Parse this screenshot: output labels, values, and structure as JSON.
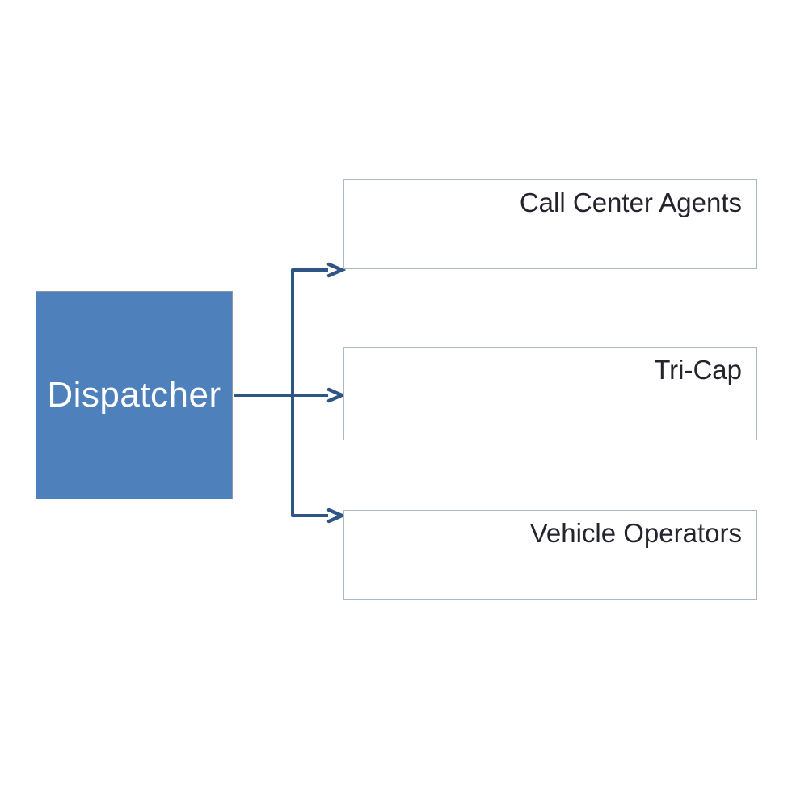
{
  "colors": {
    "background": "#ffffff",
    "root_fill": "#4e80bc",
    "root_border": "#8b99a9",
    "root_text": "#ffffff",
    "connector": "#2f5584",
    "child_fill": "#ffffff",
    "child_border": "#a9bacc",
    "child_text": "#23242e"
  },
  "diagram": {
    "type": "org-chart",
    "root": {
      "label": "Dispatcher"
    },
    "children": [
      {
        "label": "Call Center Agents"
      },
      {
        "label": "Tri-Cap"
      },
      {
        "label": "Vehicle Operators"
      }
    ]
  }
}
